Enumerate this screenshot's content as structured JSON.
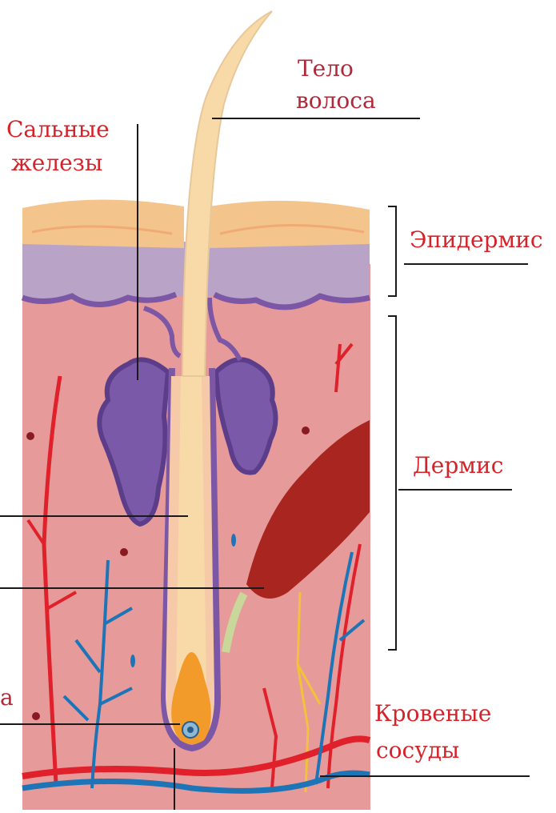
{
  "colors": {
    "background": "#ffffff",
    "dermis": "#e79a9a",
    "epidermis_top": "#f3c48c",
    "epidermis_purple": "#b9a4c8",
    "basal_membrane": "#7b57a6",
    "hair": "#f8d9a8",
    "bulb": "#f29a2a",
    "artery": "#e0202a",
    "vein": "#1d74b7",
    "nerve": "#f2c23a",
    "muscle": "#a8261f",
    "gland": "#7a5aa8",
    "leader_line": "#1a1a1a",
    "label_dark": "#b0283a",
    "label_red": "#d6232a"
  },
  "labels": {
    "hair_shaft": {
      "line1": "Тело",
      "line2": "волоса"
    },
    "sebaceous": {
      "line1": "Сальные",
      "line2": "железы"
    },
    "epidermis": "Эпидермис",
    "dermis": "Дермис",
    "vessels": {
      "line1": "Кровеные",
      "line2": "сосуды"
    },
    "left_partial": "а"
  }
}
